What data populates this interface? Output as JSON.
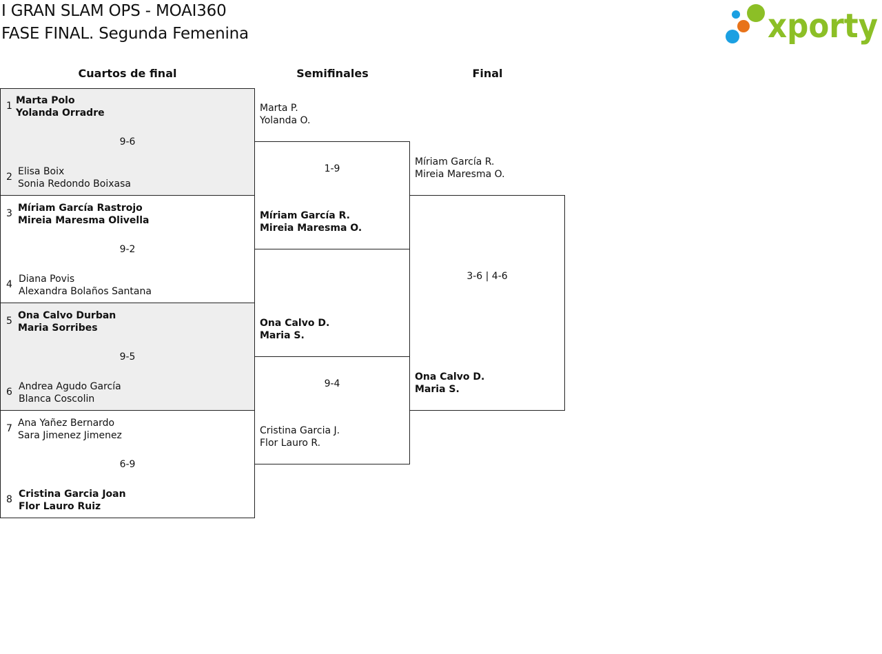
{
  "header": {
    "title_line1": "I GRAN SLAM OPS - MOAI360",
    "title_line2": "FASE FINAL. Segunda Femenina",
    "logo_text": "xporty",
    "logo_colors": {
      "green": "#8cbf26",
      "blue": "#1ba0e2",
      "orange": "#e8731a"
    }
  },
  "rounds": {
    "quarters": "Cuartos de final",
    "semis": "Semifinales",
    "final": "Final"
  },
  "quarterfinals": [
    {
      "score": "9-6",
      "team_a": {
        "seed": "1",
        "p1": "Marta Polo",
        "p2": "Yolanda Orradre",
        "winner": true
      },
      "team_b": {
        "seed": "2",
        "p1": "Elisa Boix",
        "p2": "Sonia Redondo Boixasa",
        "winner": false
      }
    },
    {
      "score": "9-2",
      "team_a": {
        "seed": "3",
        "p1": "Míriam García Rastrojo",
        "p2": "Mireia Maresma Olivella",
        "winner": true
      },
      "team_b": {
        "seed": "4",
        "p1": "Diana Povis",
        "p2": "Alexandra Bolaños Santana",
        "winner": false
      }
    },
    {
      "score": "9-5",
      "team_a": {
        "seed": "5",
        "p1": "Ona Calvo Durban",
        "p2": "Maria Sorribes",
        "winner": true
      },
      "team_b": {
        "seed": "6",
        "p1": "Andrea Agudo García",
        "p2": "Blanca Coscolin",
        "winner": false
      }
    },
    {
      "score": "6-9",
      "team_a": {
        "seed": "7",
        "p1": "Ana Yañez Bernardo",
        "p2": "Sara Jimenez Jimenez",
        "winner": false
      },
      "team_b": {
        "seed": "8",
        "p1": "Cristina Garcia Joan",
        "p2": "Flor Lauro Ruiz",
        "winner": true
      }
    }
  ],
  "semifinals": [
    {
      "score": "1-9",
      "team_a": {
        "p1": "Marta P.",
        "p2": "Yolanda O.",
        "winner": false
      },
      "team_b": {
        "p1": "Míriam García R.",
        "p2": "Mireia Maresma O.",
        "winner": true
      }
    },
    {
      "score": "9-4",
      "team_a": {
        "p1": "Ona Calvo D.",
        "p2": "Maria S.",
        "winner": true
      },
      "team_b": {
        "p1": "Cristina Garcia J.",
        "p2": "Flor Lauro R.",
        "winner": false
      }
    }
  ],
  "final": {
    "score": "3-6 | 4-6",
    "team_a": {
      "p1": "Míriam García R.",
      "p2": "Mireia Maresma O.",
      "winner": false
    },
    "team_b": {
      "p1": "Ona Calvo D.",
      "p2": "Maria S.",
      "winner": true
    }
  }
}
